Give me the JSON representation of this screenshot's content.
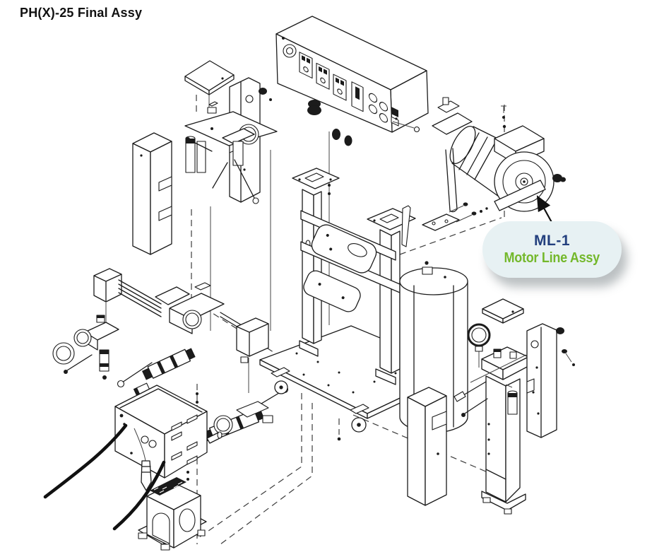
{
  "page": {
    "title": "PH(X)-25 Final Assy",
    "background": "#ffffff"
  },
  "callout": {
    "code": "ML-1",
    "label": "Motor Line Assy"
  },
  "colors": {
    "callout_bubble": "#e7f1f3",
    "callout_code": "#23407e",
    "callout_label": "#74b82c",
    "diagram_line": "#1b1b1b",
    "dashed_line": "#3c3c3c"
  },
  "diagram": {
    "type": "exploded-assembly",
    "parts": [
      "control-panel-box",
      "motor-line-assembly",
      "frame-cart",
      "reservoir-tank",
      "base-plate-with-casters",
      "left-cover-lid",
      "left-u-channel-cover",
      "left-bracket-panel",
      "left-filter-regulator",
      "cylinder-manifold-assembly",
      "pressure-regulator-gauges",
      "ball-valve-1",
      "ball-valve-2",
      "electrical-box",
      "power-cables",
      "transformer",
      "right-u-channel-cover",
      "right-filter-tower",
      "right-bracket-panel",
      "right-cover-lid",
      "fasteners",
      "dashed-alignment-lines"
    ]
  }
}
